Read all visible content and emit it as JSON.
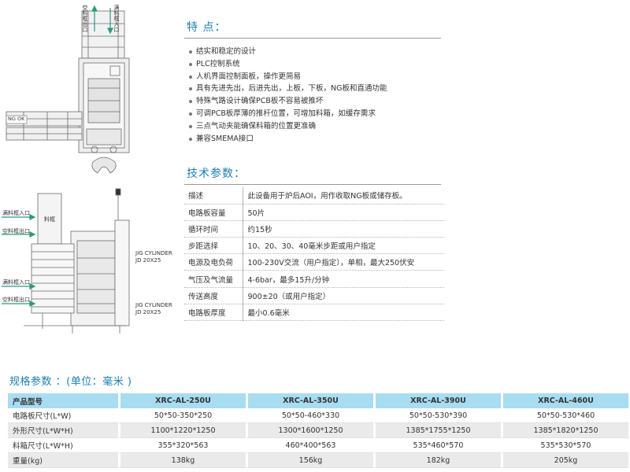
{
  "drawings": {
    "top_labels": {
      "full_in": "满料框入口",
      "empty_out": "空料框出口",
      "ng_ok": "NG OK"
    },
    "bottom_labels": {
      "full_in_1": "满料框入口",
      "empty_out_1": "空料框出口",
      "full_in_2": "满料框入口",
      "empty_out_2": "空料框出口",
      "magazine": "料框",
      "jig1_line1": "JIG CYLINDER",
      "jig1_line2": "JD 20X25",
      "jig2_line1": "JIG CYLINDER",
      "jig2_line2": "JD 20X25"
    }
  },
  "features": {
    "title": "特 点：",
    "items": [
      "结实和稳定的设计",
      "PLC控制系统",
      "人机界面控制面板，操作更简易",
      "具有先进先出，后进先出，上板，下板，NG板和直通功能",
      "特殊气路设计确保PCB板不容易被推坏",
      "可调PCB板厚薄的推杆位置，可增加料箱，如缓存需求",
      "三点气动夹能确保料箱的位置更准确",
      "兼容SMEMA接口"
    ]
  },
  "tech": {
    "title": "技术参数：",
    "rows": [
      {
        "k": "描述",
        "v": "此设备用于炉后AOI，用作收取NG板或储存板。"
      },
      {
        "k": "电路板容量",
        "v": "50片"
      },
      {
        "k": "循环时间",
        "v": "约15秒"
      },
      {
        "k": "步距选择",
        "v": "10、20、30、40毫米步距或用户指定"
      },
      {
        "k": "电源及电负荷",
        "v": "100-230V交流（用户指定），单相，最大250伏安"
      },
      {
        "k": "气压及气流量",
        "v": "4-6bar，最多15升/分钟"
      },
      {
        "k": "传送高度",
        "v": "900±20（或用户指定）"
      },
      {
        "k": "电路板厚度",
        "v": "最小0.6毫米"
      }
    ]
  },
  "spec": {
    "title": "规格参数 ：(单位：毫米 )",
    "headers": [
      "产品型号",
      "XRC-AL-250U",
      "XRC-AL-350U",
      "XRC-AL-390U",
      "XRC-AL-460U"
    ],
    "rows": [
      [
        "电路板尺寸(L*W)",
        "50*50-350*250",
        "50*50-460*330",
        "50*50-530*390",
        "50*50-530*460"
      ],
      [
        "外形尺寸(L*W*H)",
        "1100*1220*1250",
        "1300*1600*1250",
        "1385*1755*1250",
        "1385*1820*1250"
      ],
      [
        "料箱尺寸(L*W*H)",
        "355*320*563",
        "460*400*563",
        "535*460*570",
        "535*530*570"
      ],
      [
        "重量(kg)",
        "138kg",
        "156kg",
        "182kg",
        "205kg"
      ]
    ]
  }
}
